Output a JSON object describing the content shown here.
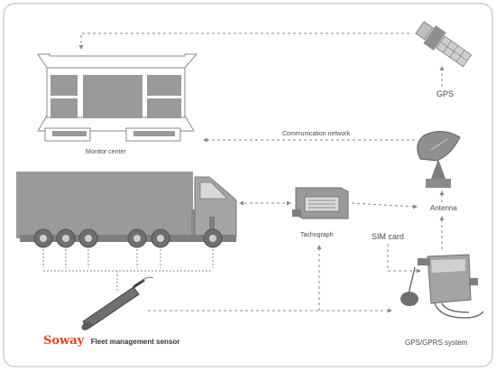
{
  "labels": {
    "gps": "GPS",
    "monitor_center": "Monitor center",
    "communication_network": "Communication network",
    "antenna": "Antenna",
    "tachograph": "Tachograph",
    "sim_card": "SIM card",
    "gps_gprs_system": "GPS/GPRS system"
  },
  "brand": {
    "name": "Soway",
    "tagline": "Fleet management sensor",
    "color": "#e8431c"
  },
  "colors": {
    "frame": "#cfcfcf",
    "device_fill": "#9a9a9a",
    "device_dark": "#6f6f6f",
    "line": "#8a8a8a"
  },
  "icons": [
    "satellite-icon",
    "monitor-wall-icon",
    "truck-icon",
    "tachograph-icon",
    "satellite-dish-icon",
    "gps-terminal-icon",
    "fuel-sensor-icon"
  ]
}
